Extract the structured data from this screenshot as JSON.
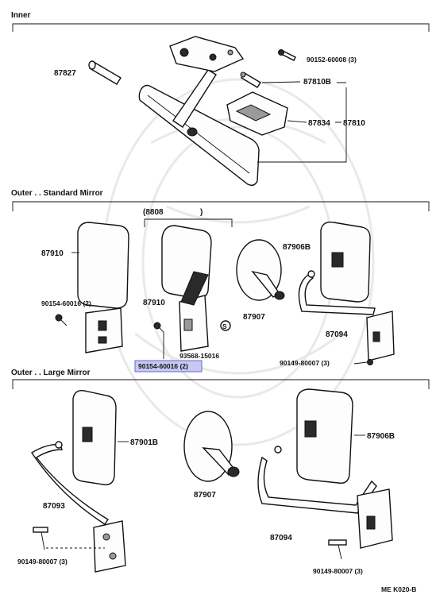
{
  "sections": {
    "inner": "Inner",
    "outer_standard": "Outer . . Standard Mirror",
    "outer_large": "Outer . . Large Mirror"
  },
  "inner_labels": {
    "p87827": "87827",
    "p90152": "90152-60008 (3)",
    "p87810b": "87810B",
    "p87834": "87834",
    "p87810": "87810"
  },
  "standard_labels": {
    "p8808": "(8808",
    "p8808_close": ")",
    "p87910_left": "87910",
    "p90154_left": "90154-60016 (2)",
    "p87910_mid": "87910",
    "p87907": "87907",
    "p87906b": "87906B",
    "p87094": "87094",
    "p93568": "93568-15016",
    "p90149": "90149-80007 (3)",
    "p90154_highlight": "90154-60016 (2)",
    "washer_symbol": "S"
  },
  "large_labels": {
    "p87901b": "87901B",
    "p87093": "87093",
    "p90149_left": "90149-80007 (3)",
    "p87907": "87907",
    "p87906b": "87906B",
    "p87094": "87094",
    "p90149_right": "90149-80007 (3)"
  },
  "footer": {
    "code": "ME  K020-B"
  },
  "colors": {
    "highlight_fill": "#c8c8f0",
    "highlight_border": "#6a6ad0",
    "watermark": "#e9e9e9"
  }
}
